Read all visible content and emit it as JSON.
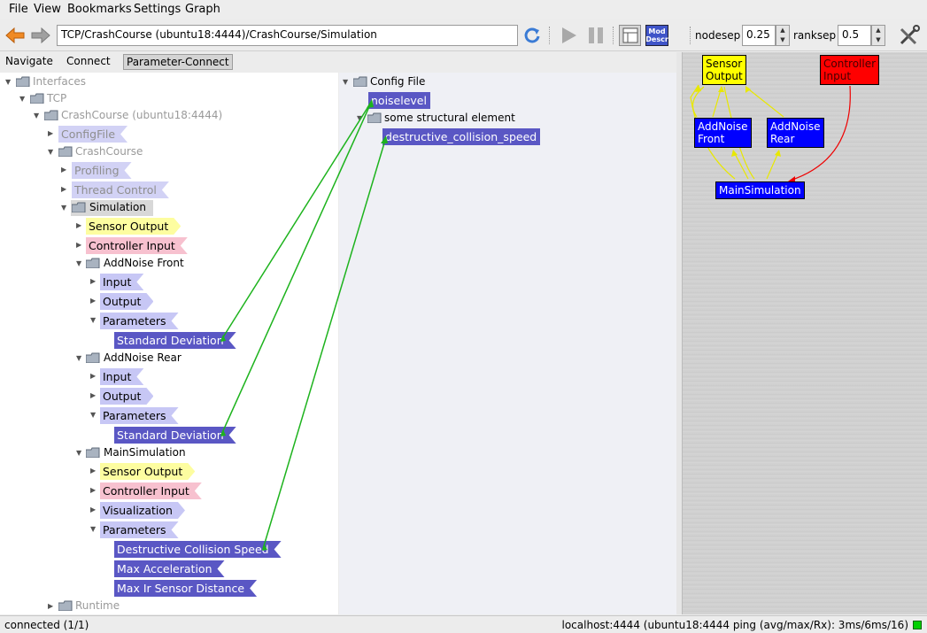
{
  "menu": {
    "file": "File",
    "view": "View",
    "bookmarks": "Bookmarks",
    "settings": "Settings",
    "graph": "Graph"
  },
  "toolbar": {
    "address": "TCP/CrashCourse (ubuntu18:4444)/CrashCourse/Simulation",
    "mod_descr_line1": "Mod",
    "mod_descr_line2": "Descr",
    "nodesep_label": "nodesep",
    "nodesep_value": "0.25",
    "ranksep_label": "ranksep",
    "ranksep_value": "0.5"
  },
  "tabs": {
    "navigate": "Navigate",
    "connect": "Connect",
    "parameter_connect": "Parameter-Connect"
  },
  "tree": {
    "interfaces": "Interfaces",
    "tcp": "TCP",
    "crashcourse_conn": "CrashCourse (ubuntu18:4444)",
    "configfile": "ConfigFile",
    "crashcourse": "CrashCourse",
    "profiling": "Profiling",
    "thread_control": "Thread Control",
    "simulation": "Simulation",
    "sensor_output": "Sensor Output",
    "controller_input": "Controller Input",
    "addnoise_front": "AddNoise Front",
    "input": "Input",
    "output": "Output",
    "parameters": "Parameters",
    "standard_deviation": "Standard Deviation",
    "addnoise_rear": "AddNoise Rear",
    "mainsimulation": "MainSimulation",
    "visualization": "Visualization",
    "destructive_collision_speed": "Destructive Collision Speed",
    "max_acceleration": "Max Acceleration",
    "max_ir_sensor_distance": "Max Ir Sensor Distance",
    "runtime": "Runtime"
  },
  "config": {
    "config_file": "Config File",
    "noiselevel": "noiselevel",
    "structural": "some structural element",
    "dcs": "destructive_collision_speed"
  },
  "graph": {
    "sensor_output_1": "Sensor",
    "sensor_output_2": "Output",
    "controller_input_1": "Controller",
    "controller_input_2": "Input",
    "addnoise_front_1": "AddNoise",
    "addnoise_front_2": "Front",
    "addnoise_rear_1": "AddNoise",
    "addnoise_rear_2": "Rear",
    "mainsimulation": "MainSimulation"
  },
  "colors": {
    "connection_line": "#1db31d",
    "tag_dark": "#5a57c4",
    "graph_yellow": "#ffff00",
    "graph_blue": "#0000ff",
    "graph_red": "#ff0000"
  },
  "status": {
    "left": "connected (1/1)",
    "right": "localhost:4444 (ubuntu18:4444 ping (avg/max/Rx): 3ms/6ms/16)"
  }
}
